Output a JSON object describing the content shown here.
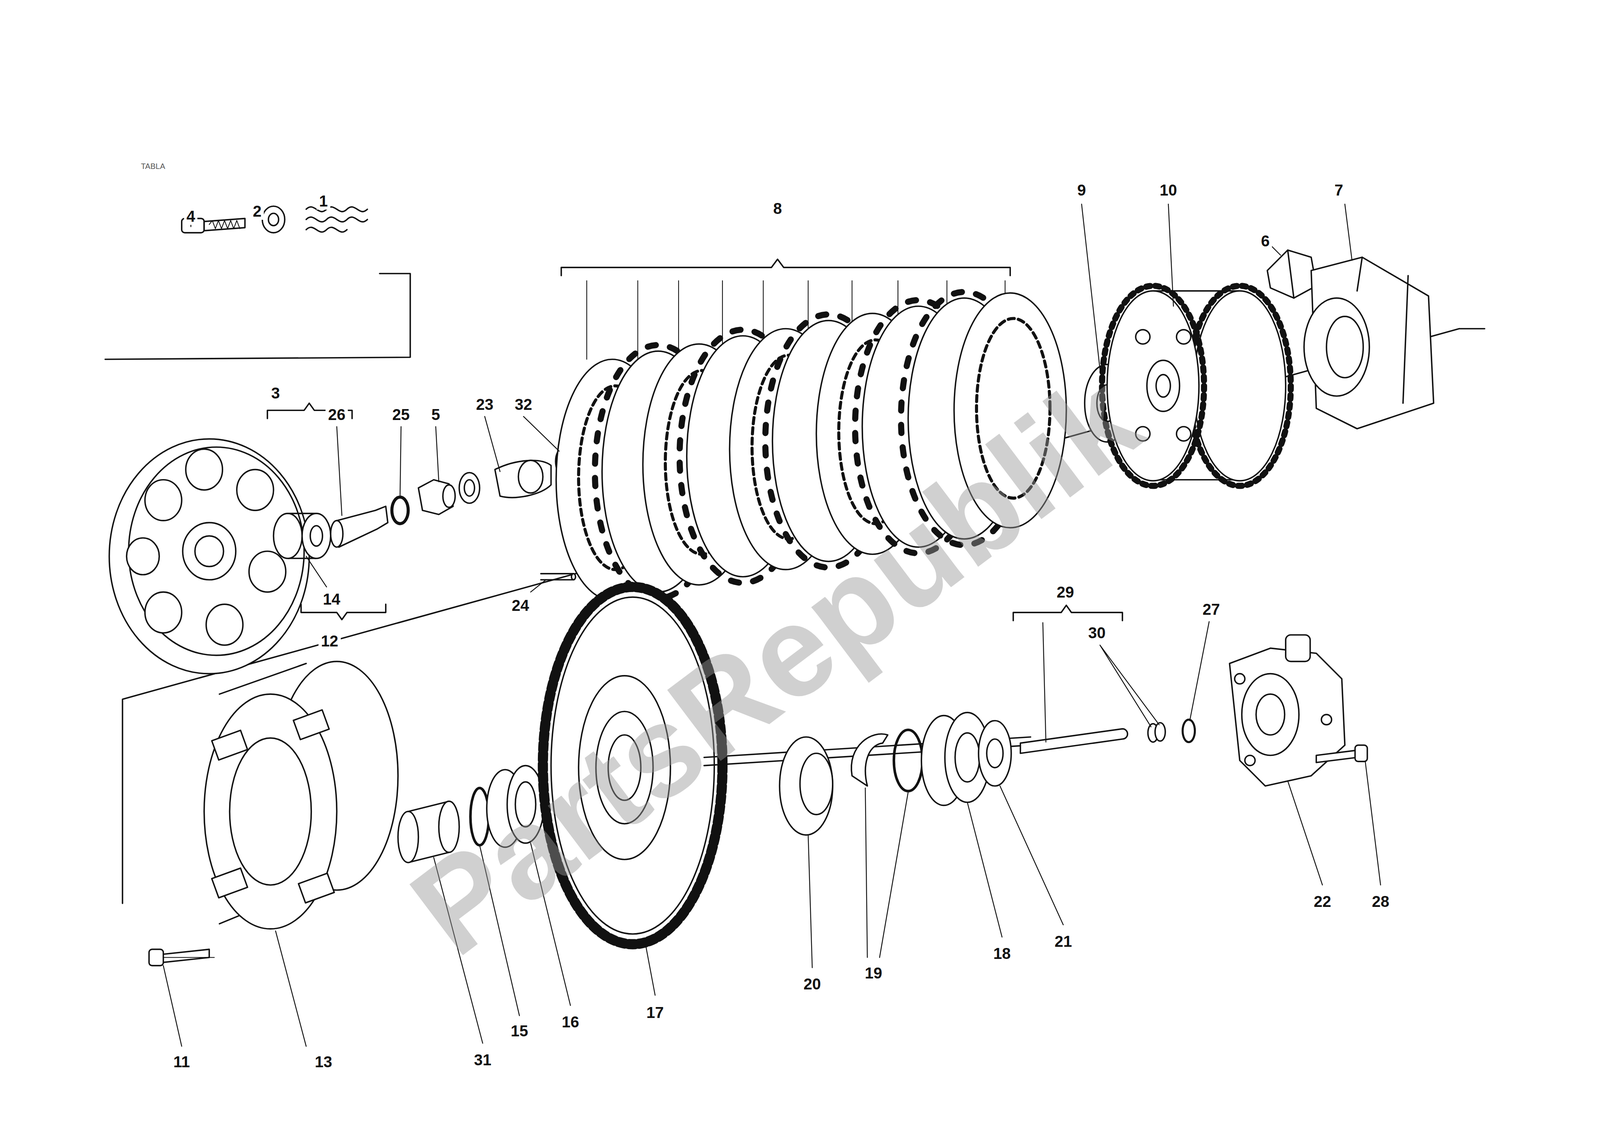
{
  "diagram": {
    "labels": [
      "TABLA",
      "4",
      "2",
      "1",
      "8",
      "9",
      "10",
      "6",
      "7",
      "3",
      "26",
      "25",
      "5",
      "23",
      "32",
      "24",
      "14",
      "12",
      "29",
      "30",
      "27",
      "11",
      "13",
      "31",
      "15",
      "16",
      "17",
      "20",
      "19",
      "18",
      "21",
      "22",
      "28",
      "PartsRepublik"
    ]
  }
}
